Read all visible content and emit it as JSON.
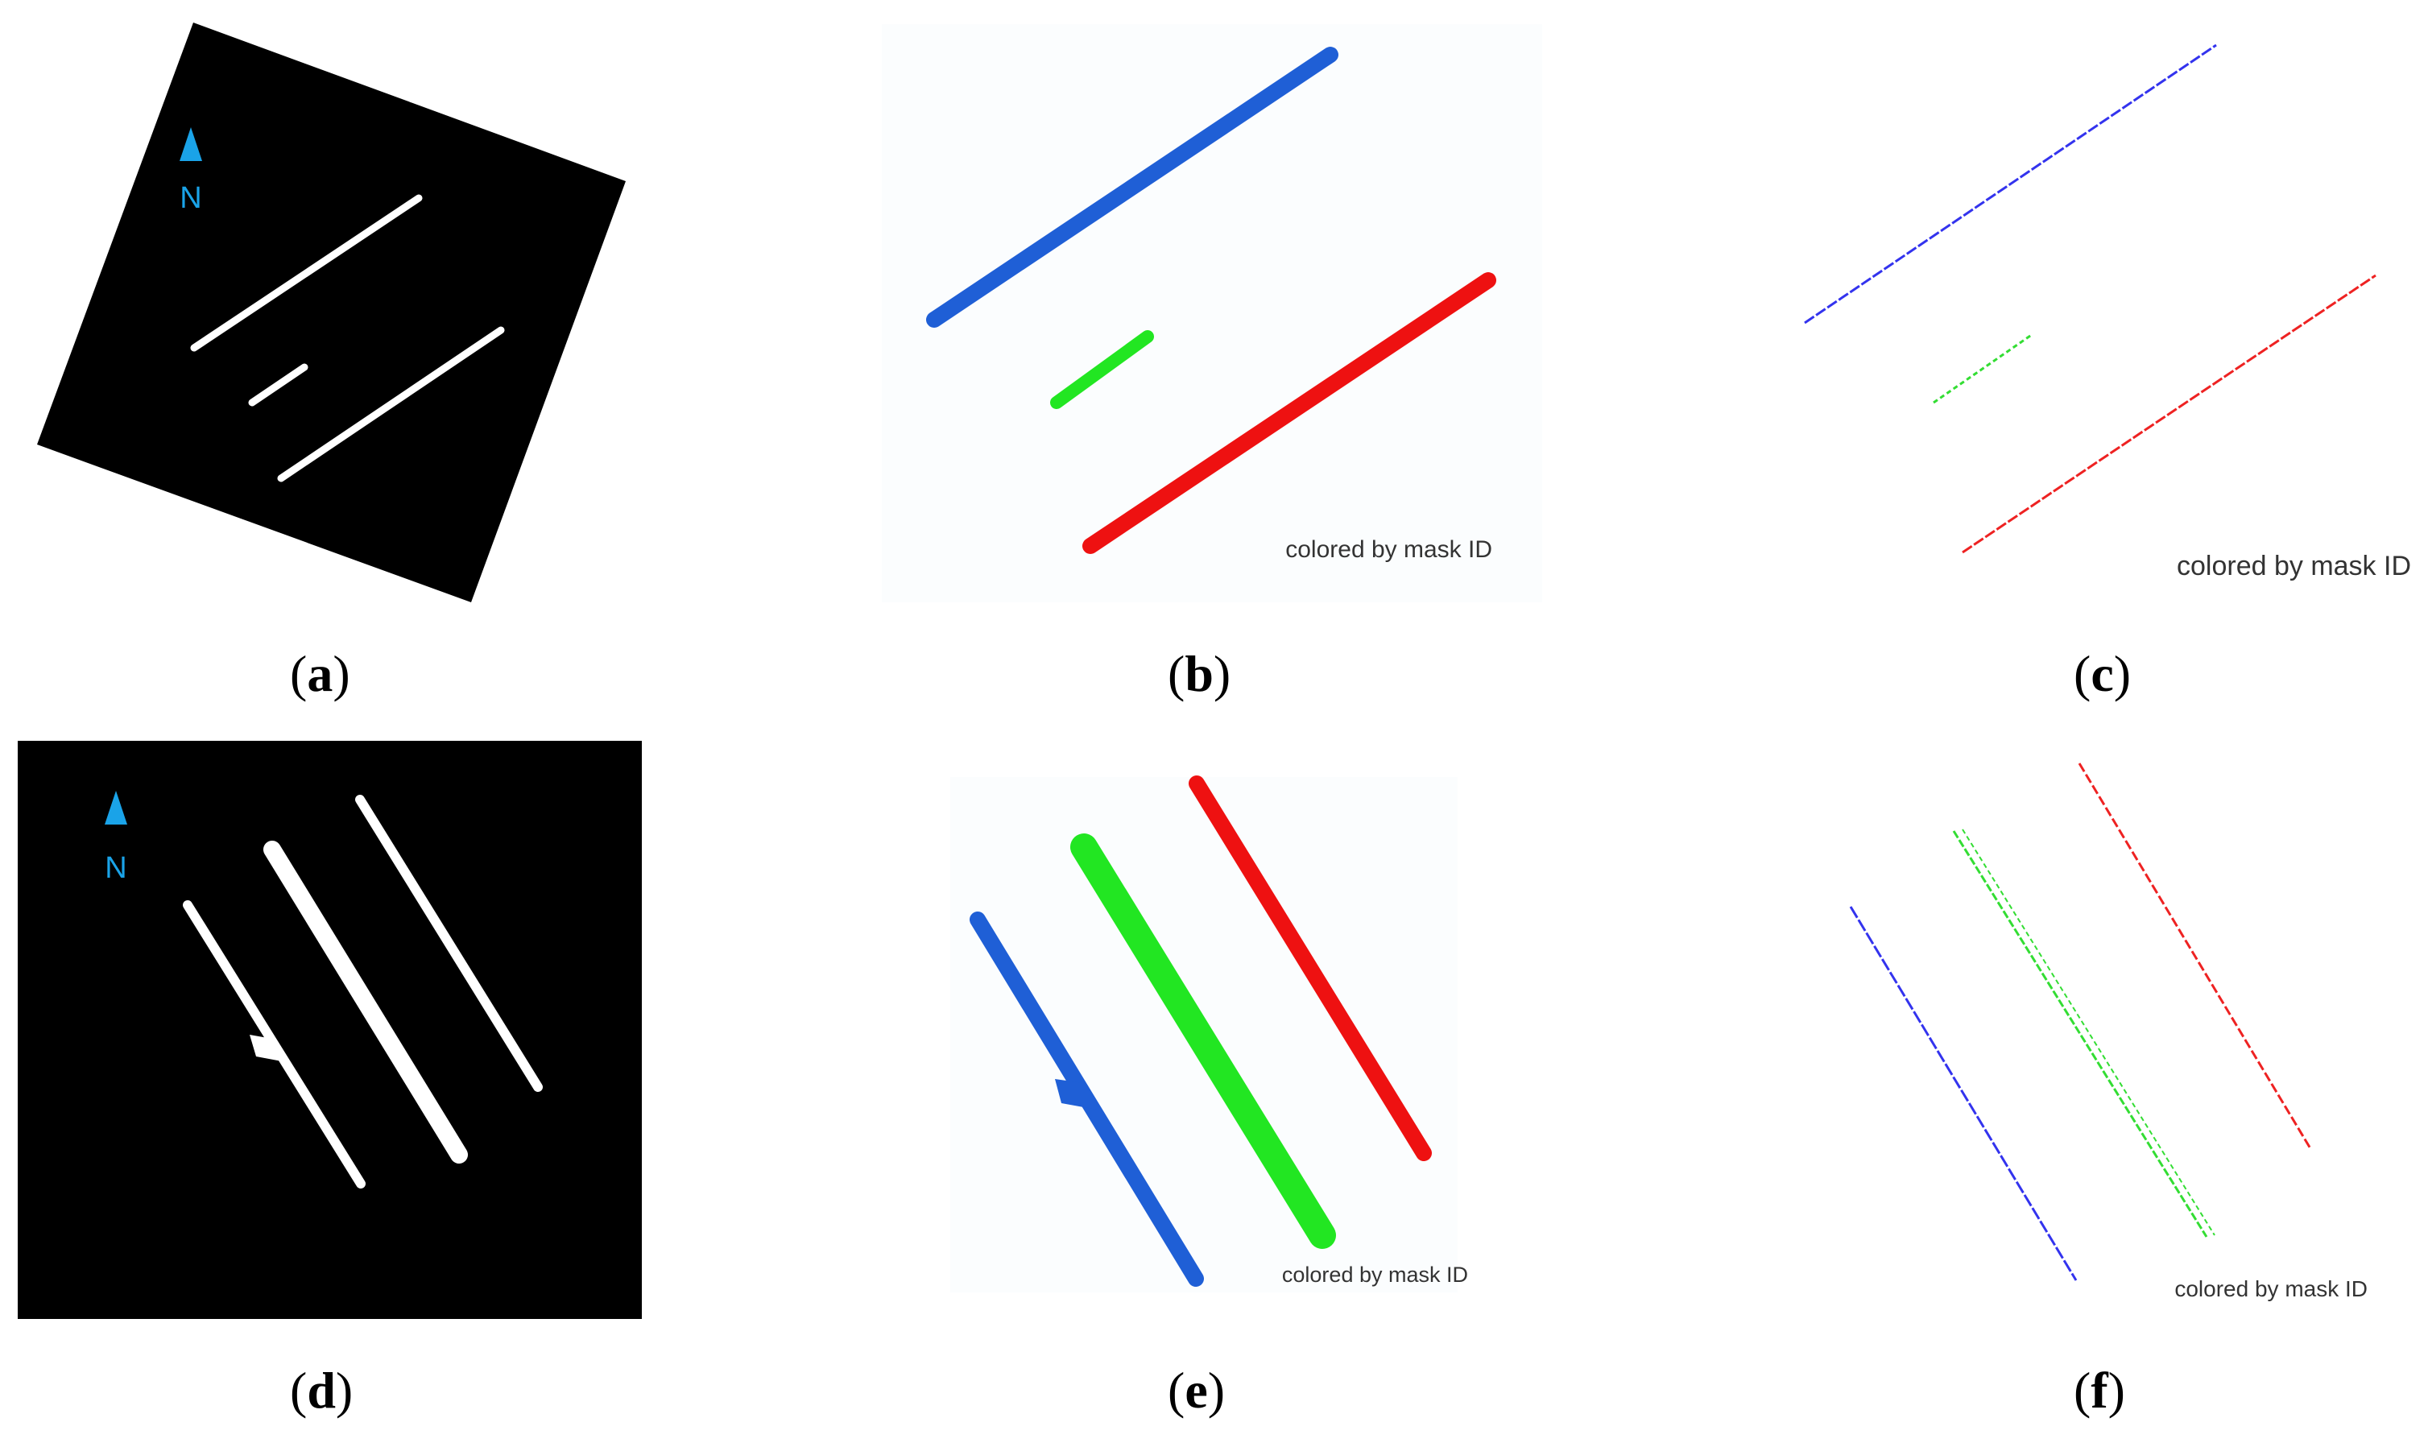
{
  "panels": {
    "a": {
      "letter": "a",
      "north": "N"
    },
    "b": {
      "letter": "b",
      "note": "colored by mask ID"
    },
    "c": {
      "letter": "c",
      "note": "colored by mask ID"
    },
    "d": {
      "letter": "d",
      "north": "N"
    },
    "e": {
      "letter": "e",
      "note": "colored by mask ID"
    },
    "f": {
      "letter": "f",
      "note": "colored by mask ID"
    }
  },
  "colors": {
    "mask_background": "#000000",
    "mask_foreground": "#ffffff",
    "north_arrow": "#1aa3e8",
    "id_blue_solid": "#1f5fd6",
    "id_green_solid": "#22e622",
    "id_red_solid": "#ee1111",
    "id_blue_line": "#3333ee",
    "id_green_line": "#33dd33",
    "id_red_line": "#ee2222",
    "panel_tint": "#fbfdfe"
  }
}
